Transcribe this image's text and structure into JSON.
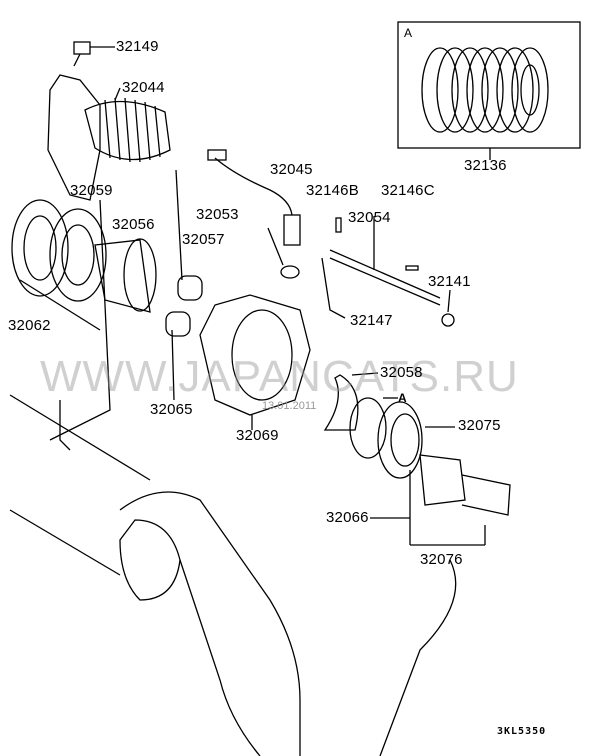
{
  "watermark": "WWW.JAPANCATS.RU",
  "date_stamp": "13.01.2011",
  "diagram_code": "3KL5350",
  "detail_box_label": "A",
  "reference_mark": "A",
  "parts": [
    {
      "number": "32149"
    },
    {
      "number": "32044"
    },
    {
      "number": "32045"
    },
    {
      "number": "32059"
    },
    {
      "number": "32146B"
    },
    {
      "number": "32146C"
    },
    {
      "number": "32136"
    },
    {
      "number": "32056"
    },
    {
      "number": "32053"
    },
    {
      "number": "32054"
    },
    {
      "number": "32057"
    },
    {
      "number": "32141"
    },
    {
      "number": "32062"
    },
    {
      "number": "32147"
    },
    {
      "number": "32058"
    },
    {
      "number": "32065"
    },
    {
      "number": "32069"
    },
    {
      "number": "32075"
    },
    {
      "number": "32066"
    },
    {
      "number": "32076"
    }
  ]
}
